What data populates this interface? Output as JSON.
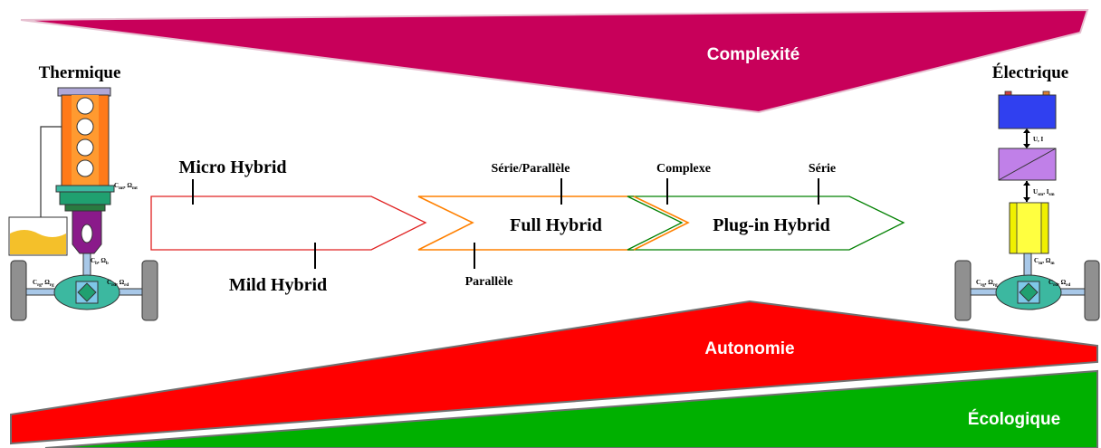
{
  "bands": {
    "complexite": {
      "label": "Complexité",
      "color": "#c8005a"
    },
    "autonomie": {
      "label": "Autonomie",
      "color": "#ff0000"
    },
    "ecologique": {
      "label": "Écologique",
      "color": "#00b000"
    }
  },
  "ends": {
    "thermique": {
      "title": "Thermique"
    },
    "electrique": {
      "title": "Électrique"
    }
  },
  "stages": {
    "micro": {
      "label": "Micro Hybrid",
      "color": "#e02020"
    },
    "mild": {
      "label": "Mild Hybrid"
    },
    "full": {
      "label": "Full Hybrid",
      "color": "#ff8000"
    },
    "plugin": {
      "label": "Plug-in Hybrid",
      "color": "#008000"
    }
  },
  "tags": {
    "serie_parallele": "Série/Parallèle",
    "parallele": "Parallèle",
    "complexe": "Complexe",
    "serie": "Série"
  },
  "thermal_labels": {
    "cmt": "C",
    "cmt_sub": "mt",
    "omt": ", Ω",
    "omt_sub": "mt",
    "cb": "C",
    "cb_sub": "b",
    "ob": ", Ω",
    "ob_sub": "b",
    "cg": "C",
    "cg_sub": "rg",
    "og": ", Ω",
    "og_sub": "rg",
    "cd": "C",
    "cd_sub": "rd",
    "od": ", Ω",
    "od_sub": "rd"
  },
  "electric_labels": {
    "ui": "U, I",
    "usm": "U",
    "usm_sub": "sm",
    "ism": ", I",
    "ism_sub": "sm",
    "cm": "C",
    "cm_sub": "m",
    "om": ", Ω",
    "om_sub": "m",
    "cg": "C",
    "cg_sub": "rg",
    "og": ", Ω",
    "og_sub": "rg",
    "cd": "C",
    "cd_sub": "rd",
    "od": ", Ω",
    "od_sub": "rd"
  }
}
